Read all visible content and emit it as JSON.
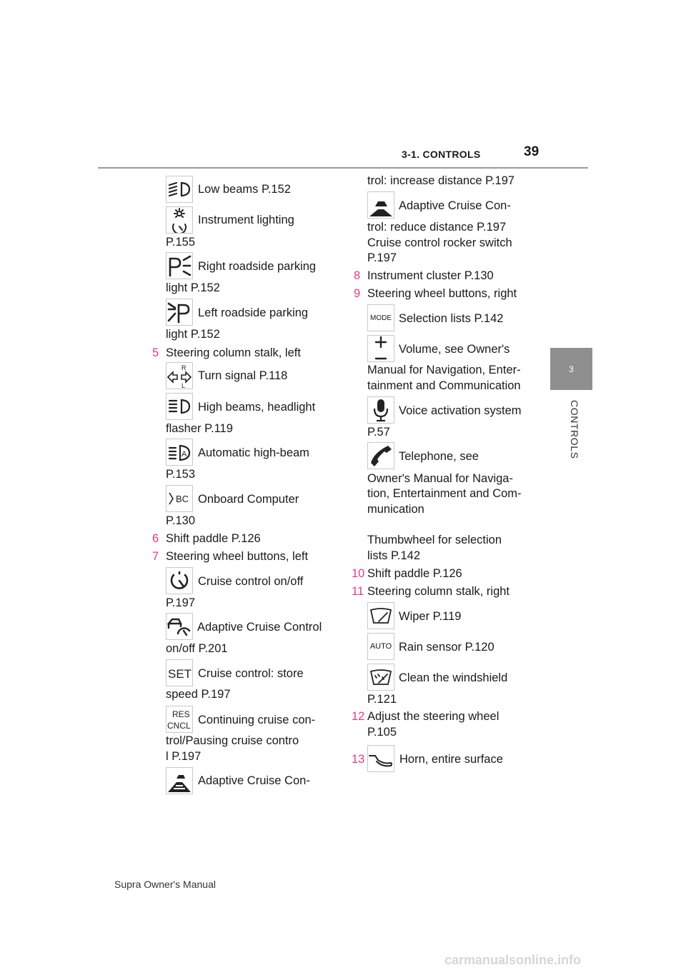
{
  "header": {
    "section": "3-1. CONTROLS",
    "page": "39"
  },
  "tab": {
    "number": "3",
    "label": "CONTROLS"
  },
  "footer": {
    "manual": "Supra Owner's Manual"
  },
  "watermark": "carmanualsonline.info",
  "left": {
    "low_beams": "Low beams P.152",
    "instrument_1": "Instrument lighting",
    "instrument_2": "P.155",
    "right_park_1": "Right roadside parking",
    "right_park_2": "light P.152",
    "left_park_1": "Left roadside parking",
    "left_park_2": "light P.152",
    "n5": "5",
    "stalk_left": "Steering column stalk, left",
    "turn_signal": "Turn signal P.118",
    "high_beams_1": "High beams, headlight",
    "high_beams_2": "flasher P.119",
    "auto_high_1": "Automatic high-beam",
    "auto_high_2": "P.153",
    "onboard_1": "Onboard Computer",
    "onboard_2": "P.130",
    "n6": "6",
    "shift_paddle": "Shift paddle P.126",
    "n7": "7",
    "wheel_left": "Steering wheel buttons, left",
    "cruise_1": "Cruise control on/off",
    "cruise_2": "P.197",
    "acc_1": "Adaptive Cruise Control",
    "acc_2": "on/off P.201",
    "set_1": "Cruise control: store",
    "set_2": "speed P.197",
    "res_1": "Continuing cruise con-",
    "res_2": "trol/Pausing cruise contro",
    "res_3": "l P.197",
    "acc_inc_1": "Adaptive Cruise Con-"
  },
  "right": {
    "acc_inc_2": "trol: increase distance P.197",
    "acc_red_1": "Adaptive Cruise Con-",
    "acc_red_2": "trol: reduce distance P.197",
    "rocker_1": "Cruise control rocker switch",
    "rocker_2": "P.197",
    "n8": "8",
    "cluster": "Instrument cluster P.130",
    "n9": "9",
    "wheel_right": "Steering wheel buttons, right",
    "mode_icon": "MODE",
    "selection": "Selection lists P.142",
    "volume_1": "Volume, see Owner's",
    "volume_2": "Manual for Navigation, Enter-",
    "volume_3": "tainment and Communication",
    "voice_1": "Voice activation system",
    "voice_2": "P.57",
    "phone_1": "Telephone, see",
    "phone_2": "Owner's Manual for Naviga-",
    "phone_3": "tion, Entertainment and Com-",
    "phone_4": "munication",
    "thumb_1": "Thumbwheel for selection",
    "thumb_2": "lists P.142",
    "n10": "10",
    "shift_paddle": "Shift paddle P.126",
    "n11": "11",
    "stalk_right": "Steering column stalk, right",
    "wiper": "Wiper P.119",
    "auto_icon": "AUTO",
    "rain": "Rain sensor P.120",
    "clean_1": "Clean the windshield",
    "clean_2": "P.121",
    "n12": "12",
    "adjust_1": "Adjust the steering wheel",
    "adjust_2": "P.105",
    "n13": "13",
    "horn": "Horn, entire surface"
  },
  "icons": {
    "set": "SET",
    "res": "RES",
    "cncl": "CNCL",
    "bc": "BC",
    "r": "R",
    "l": "L",
    "a": "A"
  }
}
